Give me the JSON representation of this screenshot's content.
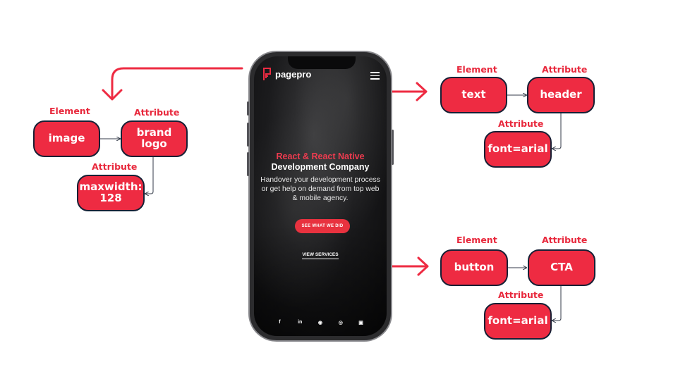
{
  "diagram": {
    "left": {
      "element_label": "Element",
      "attribute_label": "Attribute",
      "attribute2_label": "Attribute",
      "element_box": "image",
      "attribute_box": "brand logo",
      "attribute2_box": "maxwidth:\n128"
    },
    "top_right": {
      "element_label": "Element",
      "attribute_label": "Attribute",
      "attribute2_label": "Attribute",
      "element_box": "text",
      "attribute_box": "header",
      "attribute2_box": "font=arial"
    },
    "bottom_right": {
      "element_label": "Element",
      "attribute_label": "Attribute",
      "attribute2_label": "Attribute",
      "element_box": "button",
      "attribute_box": "CTA",
      "attribute2_box": "font=arial"
    }
  },
  "phone": {
    "brand": "pagepro",
    "heading_red": "React & React Native",
    "heading_white": "Development Company",
    "description": "Handover your development process or get help on demand from top web & mobile agency.",
    "cta_label": "SEE WHAT WE DID",
    "secondary_link": "VIEW SERVICES",
    "social_icons": [
      "facebook-icon",
      "linkedin-icon",
      "github-icon",
      "instagram-icon",
      "gitlab-icon"
    ],
    "social_glyphs": [
      "f",
      "in",
      "◉",
      "◎",
      "▣"
    ]
  },
  "colors": {
    "accent": "#ee2b42",
    "box_border": "#172035",
    "label_red": "#e8283c"
  }
}
